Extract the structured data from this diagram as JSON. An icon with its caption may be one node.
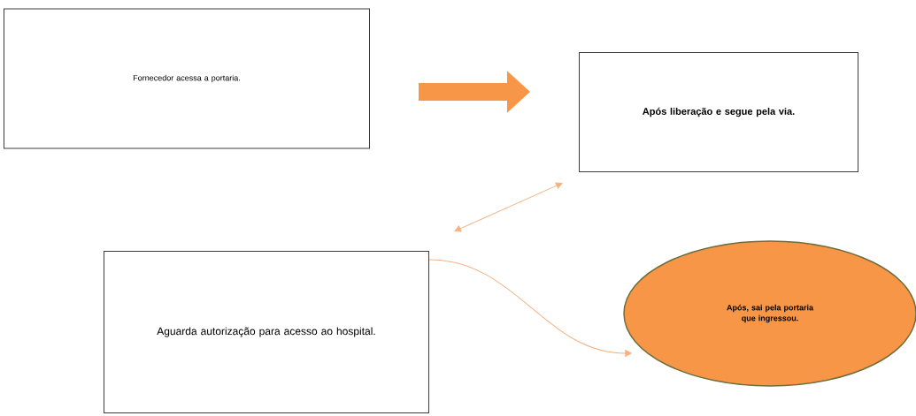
{
  "diagram": {
    "nodes": [
      {
        "text": [
          "Fornecedor acessa a portaria."
        ]
      },
      {
        "text": [
          "Após liberação e segue pela via."
        ]
      },
      {
        "text": [
          "Aguarda autorização para acesso ao hospital."
        ]
      },
      {
        "text": [
          "Após, sai pela portaria que ingressou."
        ]
      }
    ],
    "edges": [
      {
        "from": 0,
        "to": 1,
        "arrow": "to",
        "style": "thick",
        "color": "#f79646"
      },
      {
        "from": 1,
        "to": 2,
        "arrow": "both",
        "color": "#f4b183"
      },
      {
        "from": 2,
        "to": 3,
        "arrow": "to",
        "color": "#f4b183"
      }
    ]
  }
}
